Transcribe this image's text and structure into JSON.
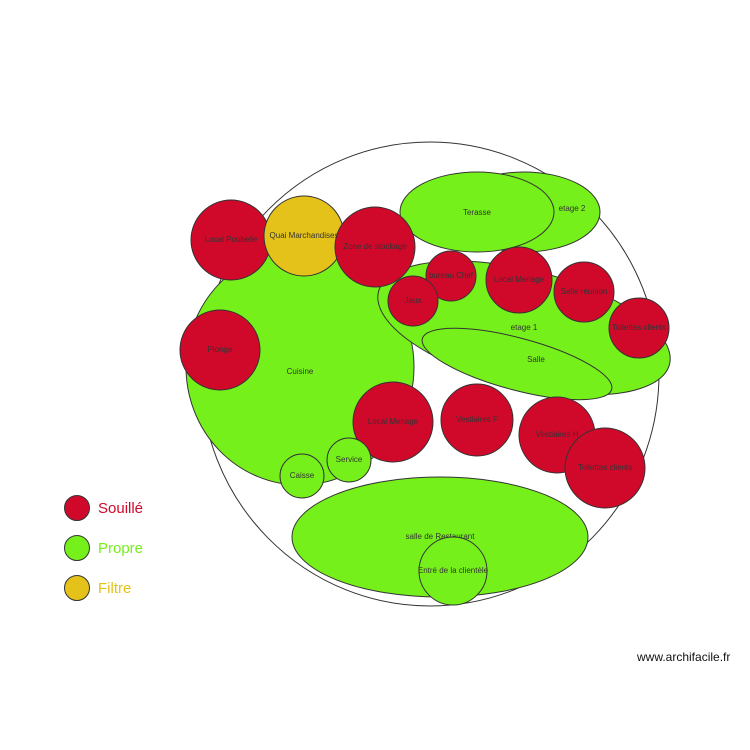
{
  "colors": {
    "souille": "#d0092b",
    "propre": "#76f01a",
    "filtre": "#e5c21a",
    "outline": "#333333"
  },
  "zones": {
    "terasse": {
      "label": "Terasse",
      "category": "propre"
    },
    "etage2": {
      "label": "etage 2",
      "category": "propre"
    },
    "local_poubelle": {
      "label": "Local Poubelle",
      "category": "souille"
    },
    "quai_marchandises": {
      "label": "Quai Marchandises",
      "category": "filtre"
    },
    "zone_stockage": {
      "label": "Zone de stockage",
      "category": "souille"
    },
    "cuisine": {
      "label": "Cuisine",
      "category": "propre"
    },
    "etage1": {
      "label": "etage 1",
      "category": "propre"
    },
    "salle": {
      "label": "Salle",
      "category": "propre"
    },
    "bureau_chef": {
      "label": "bureau Chef",
      "category": "souille"
    },
    "jeux": {
      "label": "Jeux",
      "category": "souille"
    },
    "local_menage_top": {
      "label": "Local Menage",
      "category": "souille"
    },
    "salle_reunion": {
      "label": "Salle reunion",
      "category": "souille"
    },
    "toilettes_clients_top": {
      "label": "Toilettes clients",
      "category": "souille"
    },
    "plonge": {
      "label": "Plonge",
      "category": "souille"
    },
    "local_menage_bottom": {
      "label": "Local Menage",
      "category": "souille"
    },
    "vestiaires_f": {
      "label": "Vestiaires F",
      "category": "souille"
    },
    "vestiaires_h": {
      "label": "Vestiaires H",
      "category": "souille"
    },
    "toilettes_clients_bottom": {
      "label": "Toilettes clients",
      "category": "souille"
    },
    "service": {
      "label": "Service",
      "category": "propre"
    },
    "caisse": {
      "label": "Caisse",
      "category": "propre"
    },
    "salle_restaurant": {
      "label": "salle de Restaurant",
      "category": "propre"
    },
    "entree_clientele": {
      "label": "Entré de la clientèle",
      "category": "propre"
    }
  },
  "legend": {
    "items": [
      {
        "label": "Souillé",
        "color": "#d0092b",
        "text_color": "#d0092b"
      },
      {
        "label": "Propre",
        "color": "#76f01a",
        "text_color": "#76f01a"
      },
      {
        "label": "Filtre",
        "color": "#e5c21a",
        "text_color": "#e5c21a"
      }
    ]
  },
  "watermark": "www.archifacile.fr"
}
